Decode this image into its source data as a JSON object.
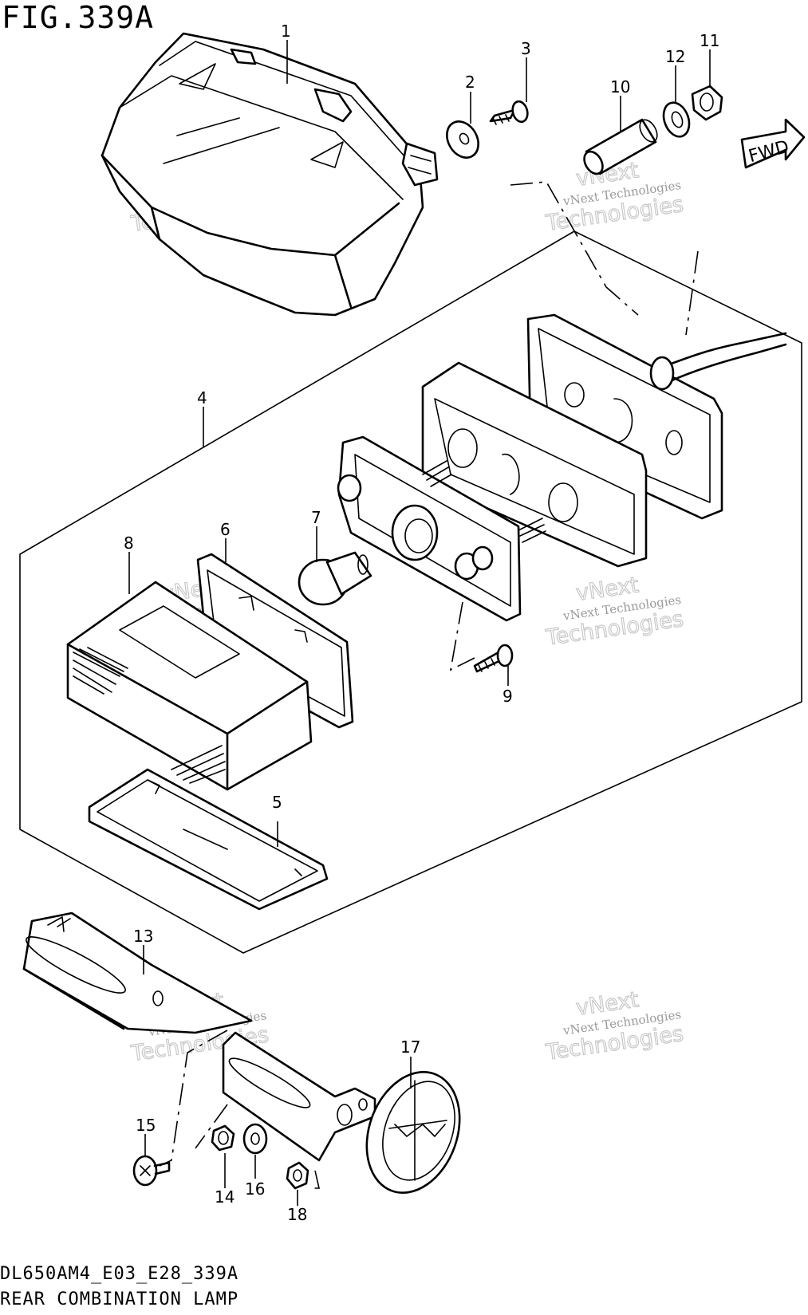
{
  "figure": {
    "id": "FIG.339A",
    "code": "DL650AM4_E03_E28_339A",
    "title": "REAR COMBINATION LAMP"
  },
  "fwd_label": "FWD",
  "watermark": {
    "line1": "vNext Technologies",
    "line2": "Technologies",
    "line3": "vNext"
  },
  "callouts": [
    {
      "id": "c1",
      "label": "1"
    },
    {
      "id": "c2",
      "label": "2"
    },
    {
      "id": "c3",
      "label": "3"
    },
    {
      "id": "c4",
      "label": "4"
    },
    {
      "id": "c5",
      "label": "5"
    },
    {
      "id": "c6",
      "label": "6"
    },
    {
      "id": "c7",
      "label": "7"
    },
    {
      "id": "c8",
      "label": "8"
    },
    {
      "id": "c9",
      "label": "9"
    },
    {
      "id": "c10",
      "label": "10"
    },
    {
      "id": "c11",
      "label": "11"
    },
    {
      "id": "c12",
      "label": "12"
    },
    {
      "id": "c13",
      "label": "13"
    },
    {
      "id": "c14",
      "label": "14"
    },
    {
      "id": "c15",
      "label": "15"
    },
    {
      "id": "c16",
      "label": "16"
    },
    {
      "id": "c17",
      "label": "17"
    },
    {
      "id": "c18",
      "label": "18"
    }
  ]
}
